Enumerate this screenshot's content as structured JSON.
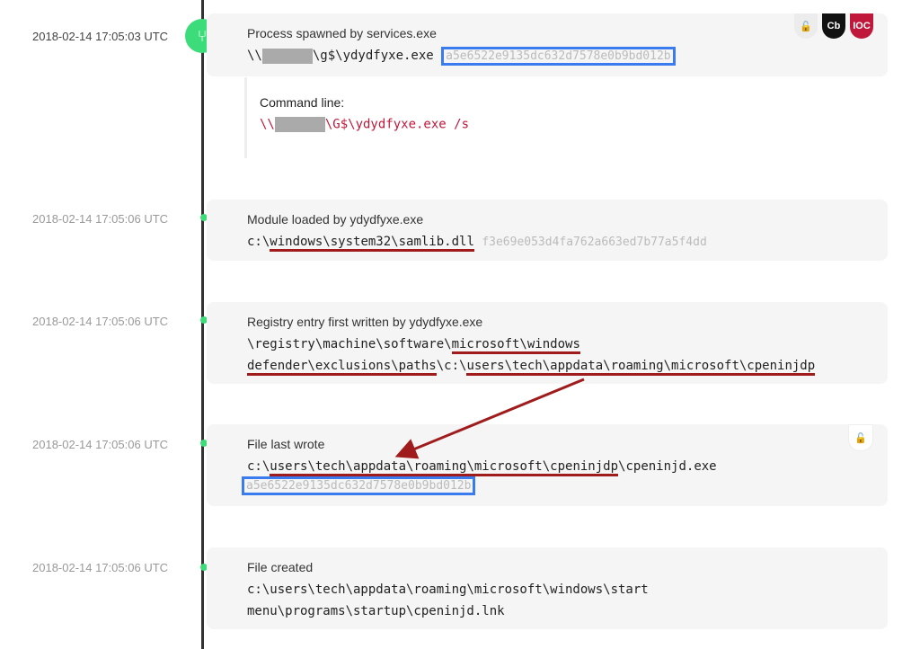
{
  "events": [
    {
      "time": "2018-02-14 17:05:03 UTC",
      "title": "Process spawned by services.exe",
      "path_pre": "\\\\",
      "path_post": "\\g$\\ydydfyxe.exe",
      "hash": "a5e6522e9135dc632d7578e0b9bd012b",
      "badges": {
        "lock": "🔓",
        "cb": "Cb",
        "ioc": "IOC"
      },
      "cmd_label": "Command line:",
      "cmd_pre": "\\\\",
      "cmd_post": "\\G$\\ydydfyxe.exe /s"
    },
    {
      "time": "2018-02-14 17:05:06 UTC",
      "title": "Module loaded by ydydfyxe.exe",
      "p0": "c:\\",
      "p1": "windows\\system32\\samlib.dll",
      "hash": "f3e69e053d4fa762a663ed7b77a5f4dd"
    },
    {
      "time": "2018-02-14 17:05:06 UTC",
      "title": "Registry entry first written by ydydfyxe.exe",
      "l1a": "\\registry\\machine\\software\\",
      "l1b": "microsoft\\windows",
      "l2a": "defender\\exclusions\\paths",
      "l2b": "\\c:\\",
      "l2c": "users\\tech\\appdata\\roaming\\microsoft\\cpeninjdp"
    },
    {
      "time": "2018-02-14 17:05:06 UTC",
      "title": "File last wrote",
      "p0": "c:\\",
      "p1": "users\\tech\\appdata\\roaming\\microsoft\\cpeninjdp",
      "p2": "\\cpeninjd.exe",
      "hash": "a5e6522e9135dc632d7578e0b9bd012b",
      "lock": "🔓"
    },
    {
      "time": "2018-02-14 17:05:06 UTC",
      "title": "File created",
      "l1": "c:\\users\\tech\\appdata\\roaming\\microsoft\\windows\\start",
      "l2": "menu\\programs\\startup\\cpeninjd.lnk"
    }
  ],
  "colors": {
    "green": "#3ddc7a",
    "annotation_red": "#a01c1c",
    "annotation_blue": "#3a7bf0"
  }
}
